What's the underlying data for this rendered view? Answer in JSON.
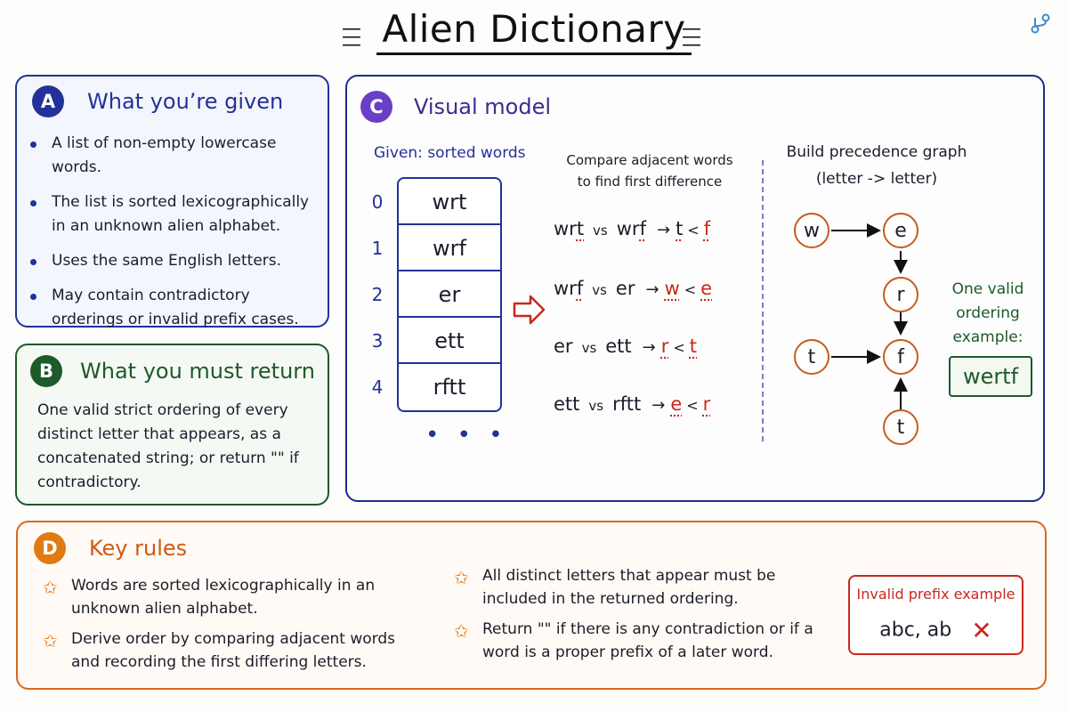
{
  "title": "Alien Dictionary",
  "colors": {
    "blue": "#23319a",
    "green": "#1e5a2a",
    "purple": "#6a3fc7",
    "orange": "#d7691a",
    "red": "#c8281e"
  },
  "panel_a": {
    "badge": "A",
    "heading": "What you’re given",
    "bullets": [
      "A list of non-empty lowercase words.",
      "The list is sorted lexicographically in an unknown alien alphabet.",
      "Uses the same English letters.",
      "May contain contradictory orderings or invalid prefix cases."
    ]
  },
  "panel_b": {
    "badge": "B",
    "heading": "What you must return",
    "text": "One valid strict ordering of every distinct letter that appears, as a concatenated string; or return \"\" if contradictory."
  },
  "panel_c": {
    "badge": "C",
    "heading": "Visual model",
    "words_label": "Given: sorted words",
    "words": [
      {
        "index": "0",
        "word": "wrt"
      },
      {
        "index": "1",
        "word": "wrf"
      },
      {
        "index": "2",
        "word": "er"
      },
      {
        "index": "3",
        "word": "ett"
      },
      {
        "index": "4",
        "word": "rftt"
      }
    ],
    "ellipsis": "• • •",
    "compare_header": [
      "Compare adjacent words",
      "to find first difference"
    ],
    "comparisons": [
      {
        "left_pre": "wr",
        "left_diff": "t",
        "right_pre": "wr",
        "right_diff": "f",
        "vs": "vs",
        "arrow": "→",
        "a": "t",
        "lt": "<",
        "b": "f"
      },
      {
        "left_pre": "wr",
        "left_diff": "f",
        "right_pre": "",
        "right_diff": "er",
        "vs": "vs",
        "arrow": "→",
        "a": "w",
        "lt": "<",
        "b": "e"
      },
      {
        "left_pre": "er",
        "left_diff": "",
        "right_pre": "ett",
        "right_diff": "",
        "vs": "vs",
        "arrow": "→",
        "a": "r",
        "lt": "<",
        "b": "t"
      },
      {
        "left_pre": "ett",
        "left_diff": "",
        "right_pre": "rftt",
        "right_diff": "",
        "vs": "vs",
        "arrow": "→",
        "a": "e",
        "lt": "<",
        "b": "r"
      }
    ],
    "graph_header": [
      "Build precedence graph",
      "(letter -> letter)"
    ],
    "nodes": [
      "w",
      "e",
      "r",
      "t",
      "f",
      "t"
    ],
    "example_label": [
      "One valid",
      "ordering",
      "example:"
    ],
    "example_answer": "wertf"
  },
  "panel_d": {
    "badge": "D",
    "heading": "Key rules",
    "rules_left": [
      "Words are sorted lexicographically in an unknown alien alphabet.",
      "Derive order by comparing adjacent words and recording the first differing letters."
    ],
    "rules_right": [
      "All distinct letters that appear must be included in the returned ordering.",
      "Return \"\" if there is any contradiction or if a word is a proper prefix of a later word."
    ],
    "invalid_title": "Invalid prefix example",
    "invalid_example": "abc, ab",
    "invalid_mark": "✕"
  }
}
